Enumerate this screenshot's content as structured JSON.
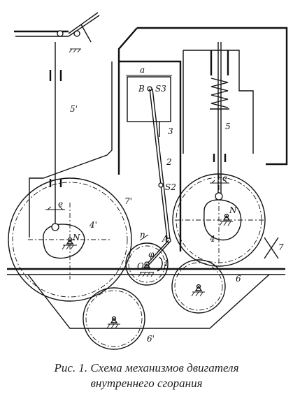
{
  "labels": {
    "l_a": "a",
    "l_B": "B",
    "l_S3": "S3",
    "l_3": "3",
    "l_2": "2",
    "l_S2": "S2",
    "l_5p": "5'",
    "l_5": "5",
    "l_e_left": "e",
    "l_e_right": "e",
    "l_7p": "7'",
    "l_4p": "4'",
    "l_N_left": "N",
    "l_N_right": "N",
    "l_4": "4",
    "l_n1": "n",
    "l_A": "A",
    "l_O": "O",
    "l_phi": "φ",
    "l_1": "1",
    "l_6": "6",
    "l_6p": "6'",
    "l_7": "7"
  },
  "caption": {
    "line1": "Рис. 1. Схема механизмов двигателя",
    "line2": "внутреннего сгорания"
  }
}
